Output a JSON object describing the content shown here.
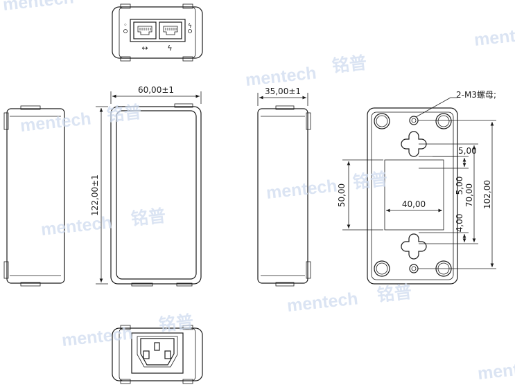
{
  "watermark": {
    "text": "mentech",
    "cjk": "铭普"
  },
  "front_view": {
    "width_label": "60,00±1",
    "height_label": "122,00±1"
  },
  "side_view": {
    "width_label": "35,00±1"
  },
  "rear_view": {
    "note_label": "2-M3螺母;",
    "dim_5a": "5,00",
    "dim_5b": "5,00",
    "dim_4": "4,00",
    "dim_70": "70,00",
    "dim_102": "102,00",
    "dim_50": "50,00",
    "dim_40": "40,00"
  },
  "top_view": {
    "arrow_symbol": "↔",
    "power_symbol": "ϟ"
  },
  "colors": {
    "line": "#1a1a1a",
    "watermark": "#cfdcef"
  }
}
